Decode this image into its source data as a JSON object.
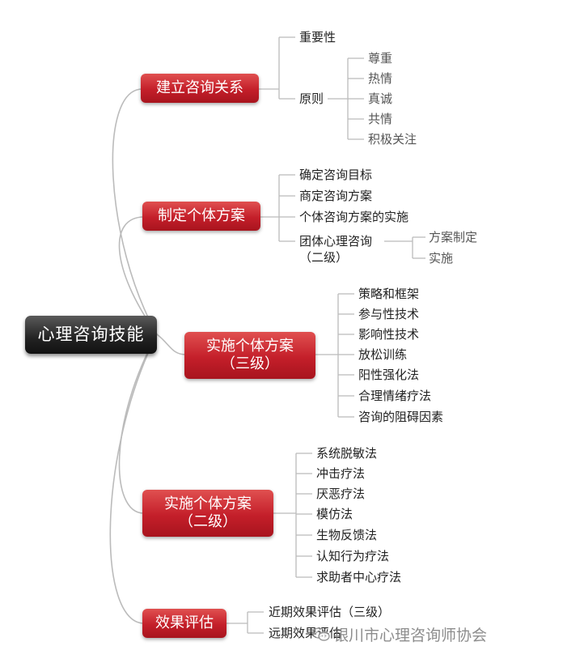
{
  "root": {
    "label": "心理咨询技能"
  },
  "branches": [
    {
      "label": "建立咨询关系"
    },
    {
      "label": "制定个体方案"
    },
    {
      "label": "实施个体方案\n（三级）"
    },
    {
      "label": "实施个体方案\n（二级）"
    },
    {
      "label": "效果评估"
    }
  ],
  "leaves": {
    "b1": [
      "重要性",
      "原则"
    ],
    "b1_principles": [
      "尊重",
      "热情",
      "真诚",
      "共情",
      "积极关注"
    ],
    "b2": [
      "确定咨询目标",
      "商定咨询方案",
      "个体咨询方案的实施",
      "团体心理咨询\n（二级）"
    ],
    "b2_group": [
      "方案制定",
      "实施"
    ],
    "b3": [
      "策略和框架",
      "参与性技术",
      "影响性技术",
      "放松训练",
      "阳性强化法",
      "合理情绪疗法",
      "咨询的阻碍因素"
    ],
    "b4": [
      "系统脱敏法",
      "冲击疗法",
      "厌恶疗法",
      "模仿法",
      "生物反馈法",
      "认知行为疗法",
      "求助者中心疗法"
    ],
    "b5": [
      "近期效果评估（三级）",
      "远期效果评估"
    ]
  },
  "watermark": {
    "text": "银川市心理咨询师协会",
    "icon": "wechat-icon"
  },
  "colors": {
    "root": "#222222",
    "branch": "#c41f2a",
    "line": "#bbbbbb"
  }
}
